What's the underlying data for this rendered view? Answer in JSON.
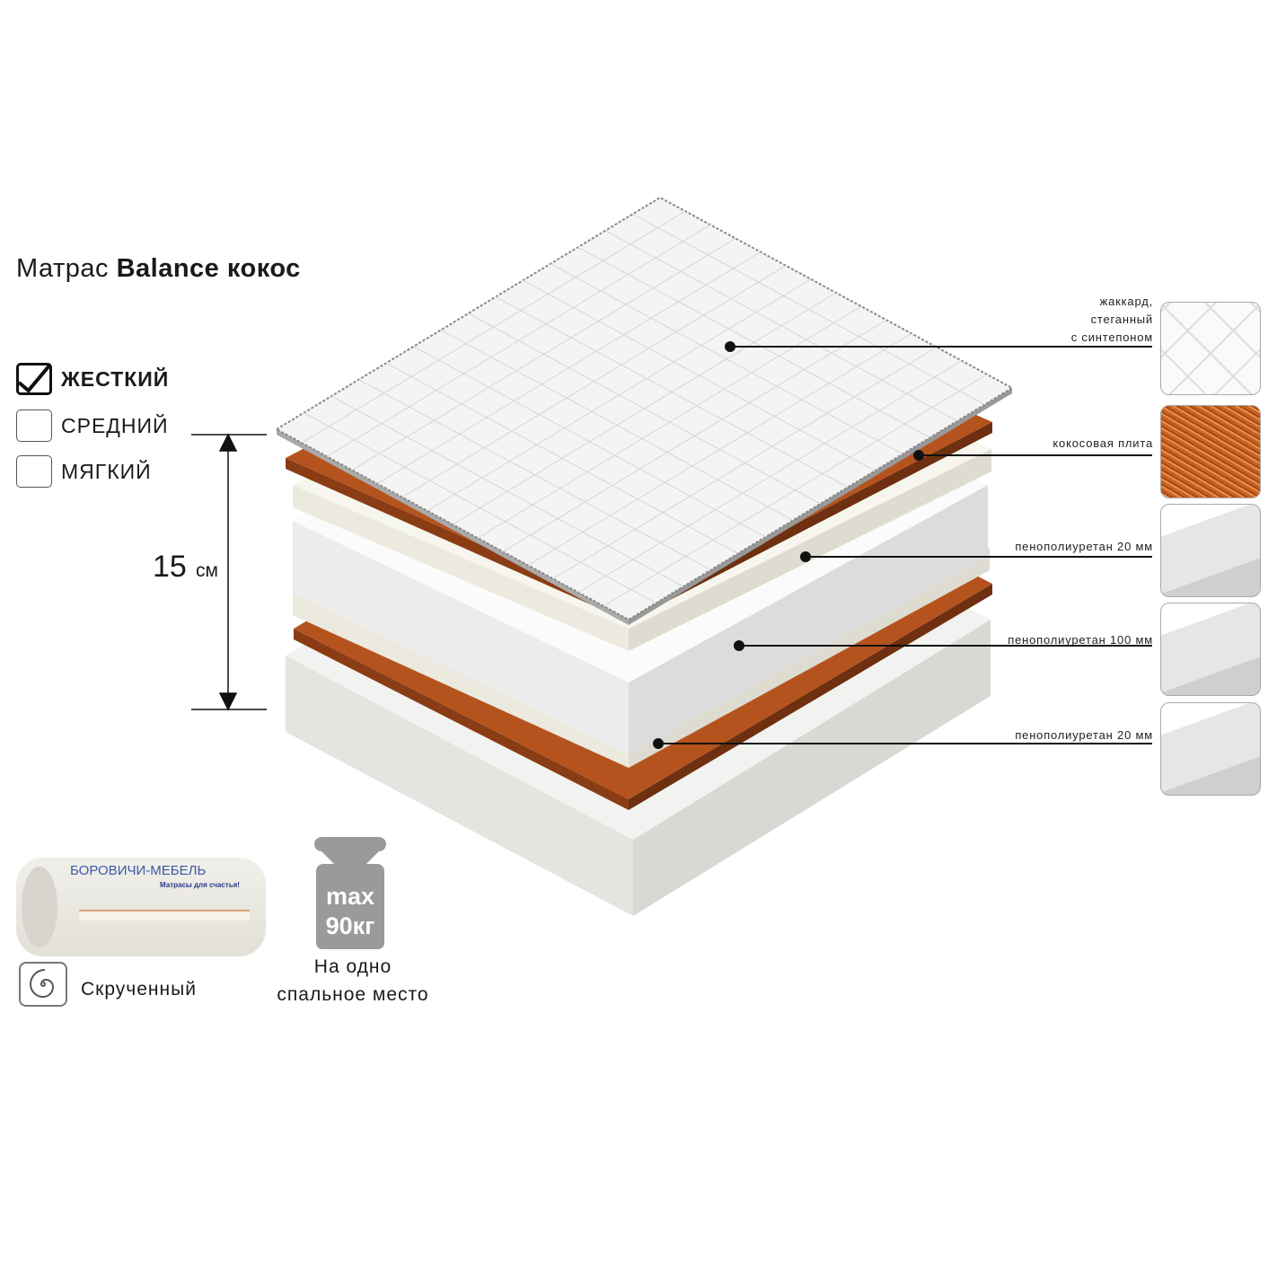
{
  "title": {
    "prefix": "Матрас",
    "name": "Balance кокос"
  },
  "firmness": [
    {
      "label": "ЖЕСТКИЙ",
      "checked": true
    },
    {
      "label": "СРЕДНИЙ",
      "checked": false
    },
    {
      "label": "МЯГКИЙ",
      "checked": false
    }
  ],
  "height": {
    "value": "15",
    "unit": "см"
  },
  "layers": [
    {
      "label_lines": [
        "жаккард,",
        "стеганный",
        "с синтепоном"
      ]
    },
    {
      "label": "кокосовая плита"
    },
    {
      "label": "пенополиуретан 20 мм"
    },
    {
      "label": "пенополиуретан 100 мм"
    },
    {
      "label": "пенополиуретан 20 мм"
    }
  ],
  "package": {
    "brand": "БОРОВИЧИ-МЕБЕЛЬ",
    "slogan": "Матрасы для счастья!",
    "label": "Скрученный"
  },
  "weight": {
    "line1": "max",
    "line2": "90кг",
    "caption_lines": [
      "На одно",
      "спальное место"
    ]
  },
  "colors": {
    "coconut": "#b5531f",
    "foam": "#f7f6ee",
    "cover": "#f4f4f4",
    "weight": "#9a9a9a"
  }
}
